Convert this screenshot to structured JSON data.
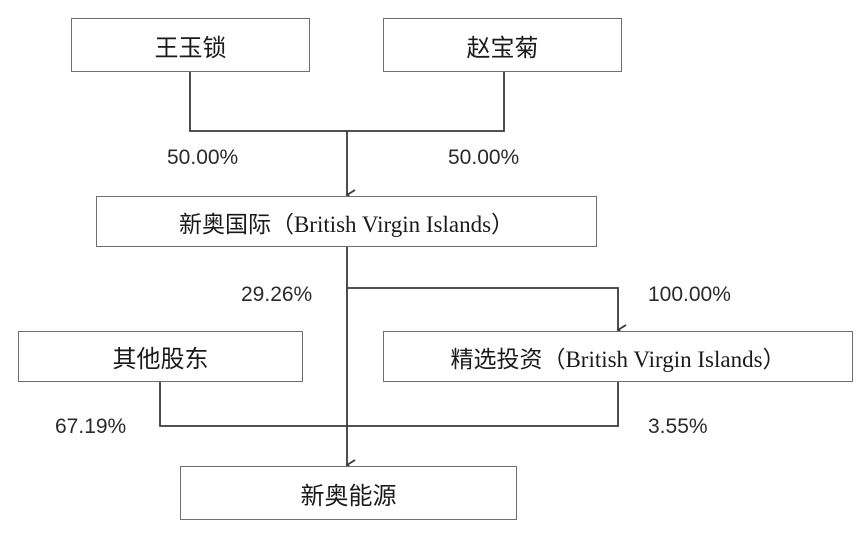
{
  "entities": {
    "owner_a": "王玉锁",
    "owner_b": "赵宝菊",
    "xinao_intl": "新奥国际（British Virgin Islands）",
    "other_shareholders": "其他股东",
    "jingxuan": "精选投资（British Virgin Islands）",
    "xinao_energy": "新奥能源"
  },
  "percentages": {
    "owner_a_to_xinao_intl": "50.00%",
    "owner_b_to_xinao_intl": "50.00%",
    "xinao_intl_to_energy": "29.26%",
    "xinao_intl_to_jingxuan": "100.00%",
    "others_to_energy": "67.19%",
    "jingxuan_to_energy": "3.55%"
  },
  "colors": {
    "line": "#3a3a3a",
    "box_border": "#6f6f6f"
  }
}
